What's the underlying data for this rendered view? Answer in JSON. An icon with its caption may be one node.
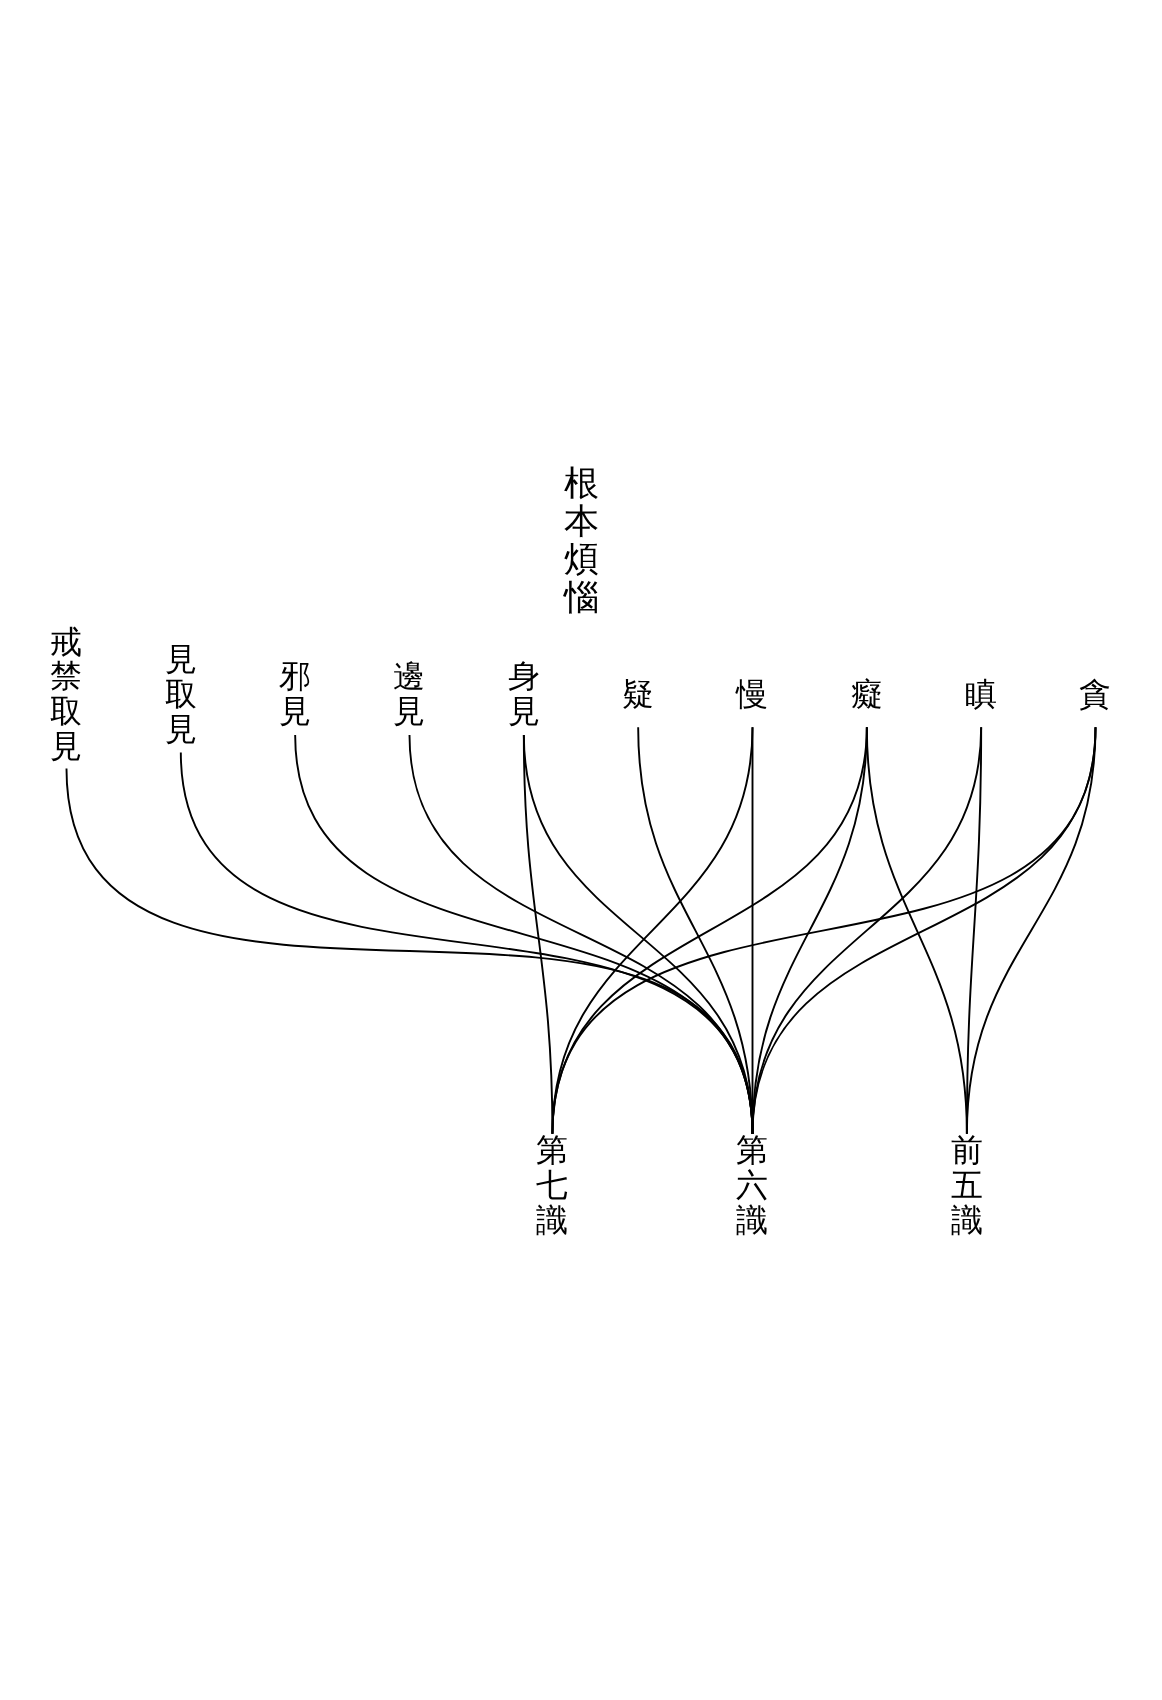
{
  "diagram": {
    "title": "根本煩惱",
    "nodes": [
      {
        "text": [
          "戒禁取見"
        ]
      },
      {
        "text": [
          "見取見"
        ]
      },
      {
        "text": [
          "邪見"
        ]
      },
      {
        "text": [
          "邊見"
        ]
      },
      {
        "text": [
          "身見"
        ]
      },
      {
        "text": [
          "疑"
        ]
      },
      {
        "text": [
          "慢"
        ]
      },
      {
        "text": [
          "癡"
        ]
      },
      {
        "text": [
          "瞋"
        ]
      },
      {
        "text": [
          "貪"
        ]
      },
      {
        "text": [
          "第七識"
        ]
      },
      {
        "text": [
          "第六識"
        ]
      },
      {
        "text": [
          "前五識"
        ]
      }
    ],
    "edges": [
      {
        "from": 0,
        "to": 11,
        "arrow": "none"
      },
      {
        "from": 1,
        "to": 11,
        "arrow": "none"
      },
      {
        "from": 2,
        "to": 11,
        "arrow": "none"
      },
      {
        "from": 3,
        "to": 11,
        "arrow": "none"
      },
      {
        "from": 4,
        "to": 10,
        "arrow": "none"
      },
      {
        "from": 4,
        "to": 11,
        "arrow": "none"
      },
      {
        "from": 5,
        "to": 11,
        "arrow": "none"
      },
      {
        "from": 6,
        "to": 10,
        "arrow": "none"
      },
      {
        "from": 6,
        "to": 11,
        "arrow": "none"
      },
      {
        "from": 7,
        "to": 10,
        "arrow": "none"
      },
      {
        "from": 7,
        "to": 11,
        "arrow": "none"
      },
      {
        "from": 7,
        "to": 12,
        "arrow": "none"
      },
      {
        "from": 8,
        "to": 11,
        "arrow": "none"
      },
      {
        "from": 8,
        "to": 12,
        "arrow": "none"
      },
      {
        "from": 9,
        "to": 10,
        "arrow": "none"
      },
      {
        "from": 9,
        "to": 11,
        "arrow": "none"
      },
      {
        "from": 9,
        "to": 12,
        "arrow": "none"
      }
    ]
  }
}
